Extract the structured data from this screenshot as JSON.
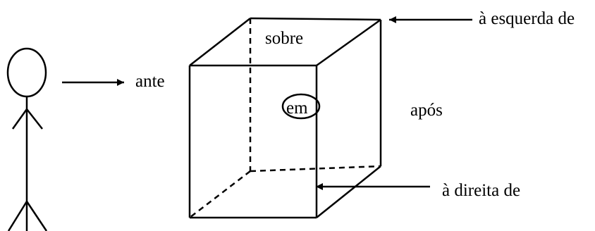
{
  "labels": {
    "left_of": "à esquerda de",
    "on": "sobre",
    "before": "ante",
    "in": "em",
    "after": "após",
    "right_of": "à direita de"
  },
  "colors": {
    "stroke": "#000000",
    "background": "#ffffff"
  },
  "icons": {
    "figure": "stick-figure-icon",
    "box": "cube-icon"
  }
}
